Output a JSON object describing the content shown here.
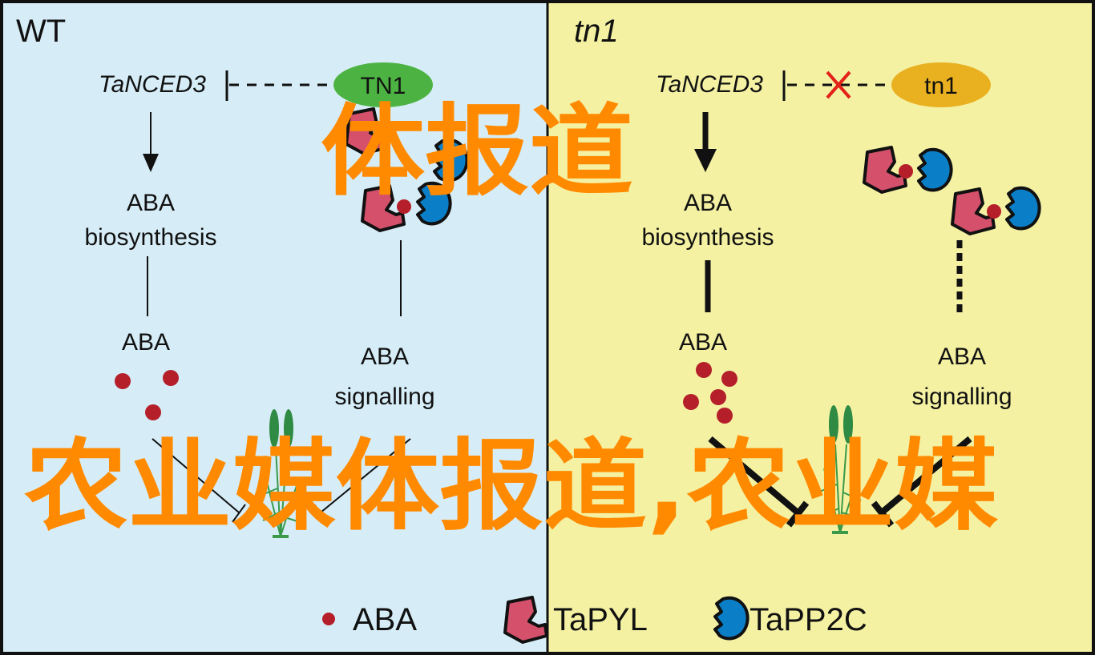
{
  "panels": {
    "wt": {
      "title": "WT",
      "gene": "TaNCED3",
      "regulator": "TN1",
      "aba_biosynthesis": [
        "ABA",
        "biosynthesis"
      ],
      "aba": "ABA",
      "aba_signalling": [
        "ABA",
        "signalling"
      ]
    },
    "tn1": {
      "title": "tn1",
      "gene": "TaNCED3",
      "regulator": "tn1",
      "aba_biosynthesis": [
        "ABA",
        "biosynthesis"
      ],
      "aba": "ABA",
      "aba_signalling": [
        "ABA",
        "signalling"
      ]
    }
  },
  "legend": {
    "aba": "ABA",
    "pyl": "TaPYL",
    "pp2c": "TaPP2C"
  },
  "watermark": {
    "line1": "农业媒体报道,农业媒",
    "line2": "体报道"
  },
  "colors": {
    "wt_bg": "#d6edf7",
    "tn1_bg": "#f4f1a3",
    "tn1_wt": "#4cb342",
    "tn1_mut": "#e9b020",
    "aba": "#b51f2a",
    "pyl": "#d4506b",
    "pp2c": "#0a7fc8",
    "watermark": "#ff8a00"
  }
}
